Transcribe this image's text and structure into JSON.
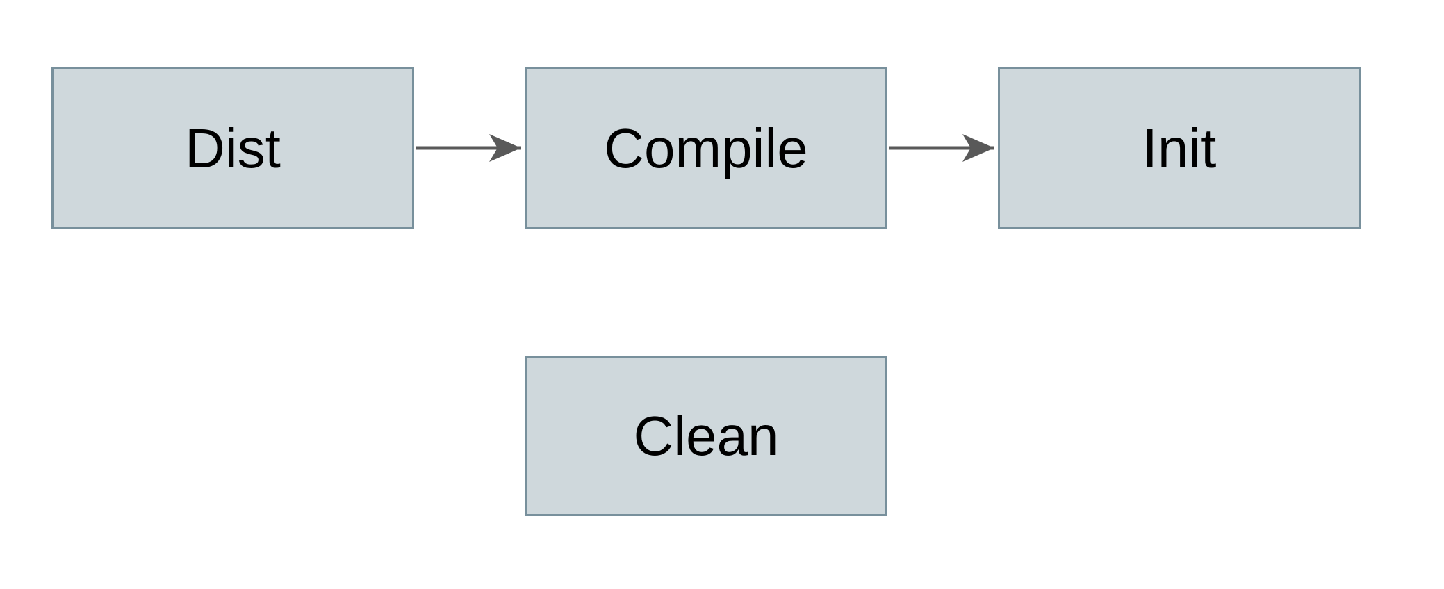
{
  "diagram": {
    "type": "flowchart",
    "nodes": [
      {
        "id": "dist",
        "label": "Dist"
      },
      {
        "id": "compile",
        "label": "Compile"
      },
      {
        "id": "init",
        "label": "Init"
      },
      {
        "id": "clean",
        "label": "Clean"
      }
    ],
    "edges": [
      {
        "from": "dist",
        "to": "compile",
        "style": "arrow"
      },
      {
        "from": "compile",
        "to": "init",
        "style": "arrow"
      }
    ],
    "colors": {
      "node_fill": "#cfd8dc",
      "node_border": "#78909c",
      "arrow": "#595959",
      "text": "#000000",
      "background": "#ffffff"
    }
  }
}
